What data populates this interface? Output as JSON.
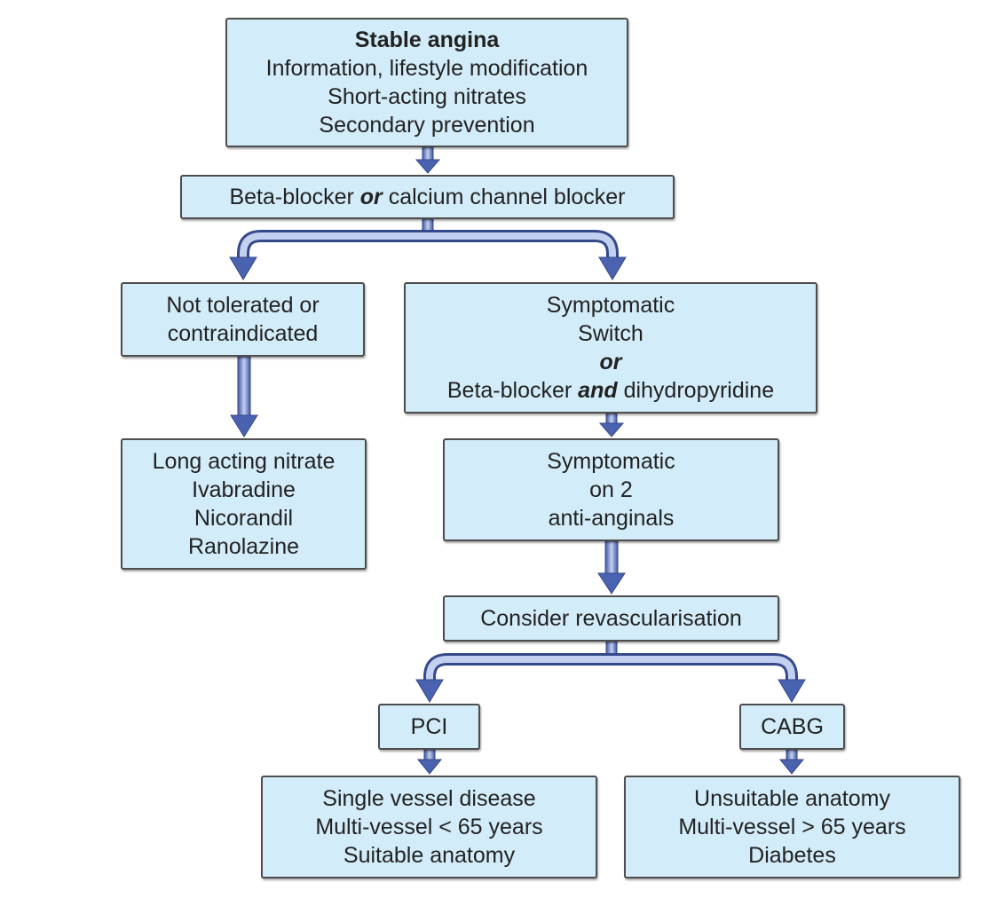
{
  "nodes": {
    "stable_angina": {
      "title": "Stable angina",
      "line1": "Information, lifestyle modification",
      "line2": "Short-acting nitrates",
      "line3": "Secondary prevention"
    },
    "first_line": {
      "pre": "Beta-blocker ",
      "em": "or",
      "post": " calcium channel blocker"
    },
    "not_tolerated": {
      "line1": "Not tolerated or",
      "line2": "contraindicated"
    },
    "symptomatic_switch": {
      "line1": "Symptomatic",
      "line2": "Switch",
      "line3": "or",
      "line4_pre": "Beta-blocker ",
      "line4_em": "and",
      "line4_post": " dihydropyridine"
    },
    "alternatives": {
      "line1": "Long acting nitrate",
      "line2": "Ivabradine",
      "line3": "Nicorandil",
      "line4": "Ranolazine"
    },
    "symptomatic_two": {
      "line1": "Symptomatic",
      "line2": "on 2",
      "line3": "anti-anginals"
    },
    "revasc": {
      "label": "Consider revascularisation"
    },
    "pci": {
      "label": "PCI"
    },
    "cabg": {
      "label": "CABG"
    },
    "pci_criteria": {
      "line1": "Single vessel disease",
      "line2": "Multi-vessel < 65 years",
      "line3": "Suitable anatomy"
    },
    "cabg_criteria": {
      "line1": "Unsuitable anatomy",
      "line2": "Multi-vessel > 65 years",
      "line3": "Diabetes"
    }
  },
  "colors": {
    "box_fill": "#d3ecf9",
    "box_border": "#4d4d4d",
    "arrow_fill": "#4a63b0",
    "arrow_light": "#b9c6ea"
  }
}
